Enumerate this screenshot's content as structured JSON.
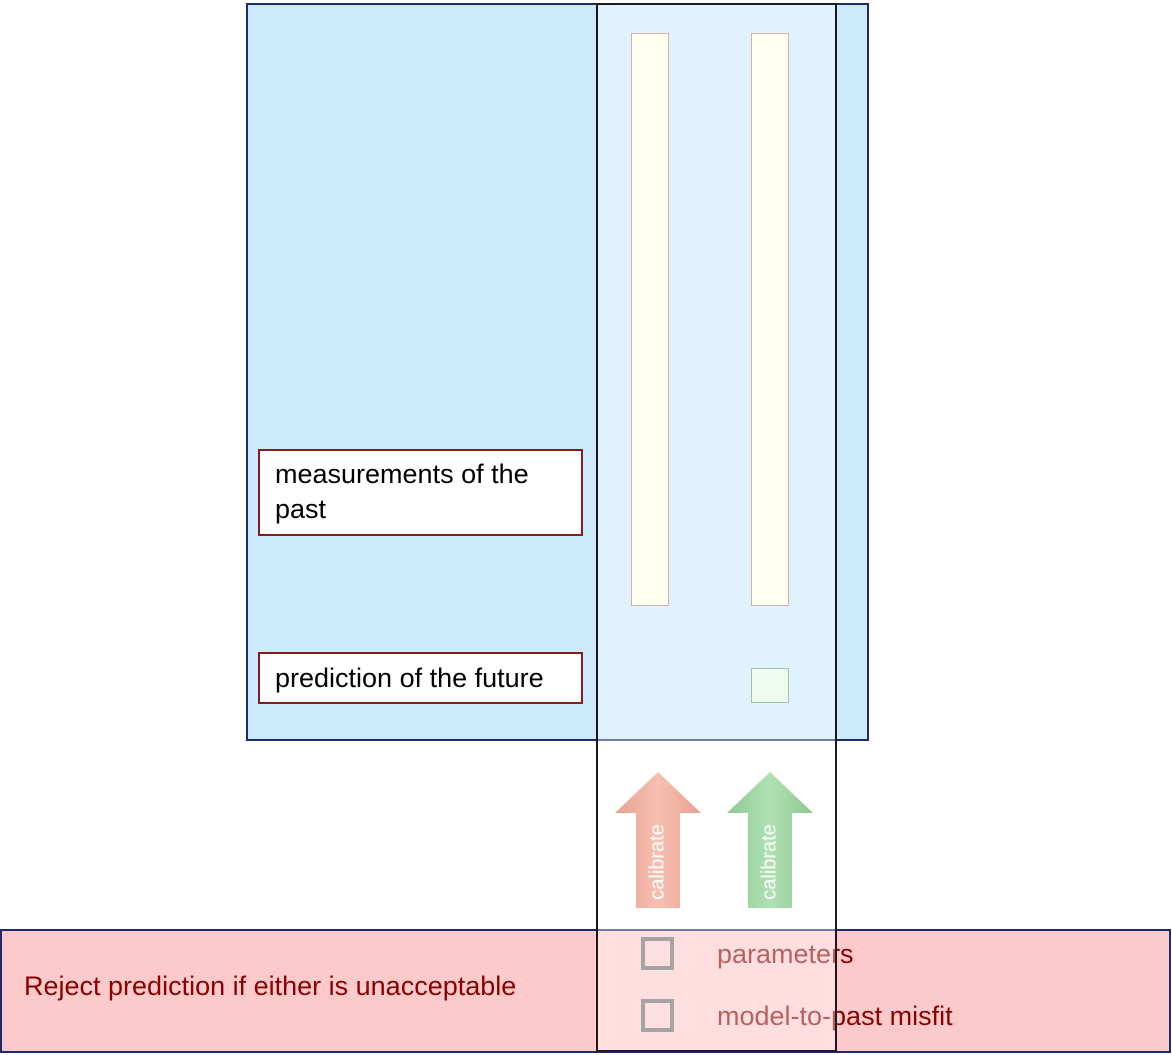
{
  "past_label": "measurements of the past",
  "future_label": "prediction of the future",
  "arrows": [
    {
      "label": "calibrate",
      "color": "#e8826a"
    },
    {
      "label": "calibrate",
      "color": "#5fb865"
    }
  ],
  "reject_text": "Reject prediction if either is unacceptable",
  "criteria": [
    {
      "label": "parameters"
    },
    {
      "label": "model-to-past misfit"
    }
  ],
  "colors": {
    "blue_panel": "#cdeafc",
    "pink_panel": "#fdcacb",
    "text_red": "#8b0000"
  }
}
